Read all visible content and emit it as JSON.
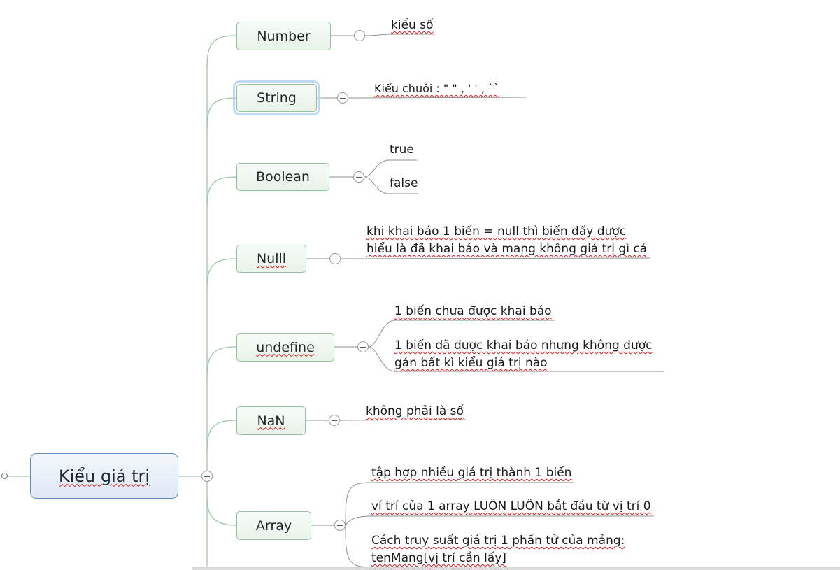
{
  "root": {
    "label": "Kiểu giá trị"
  },
  "branches": [
    {
      "id": "number",
      "label": "Number",
      "details": [
        "kiểu số"
      ]
    },
    {
      "id": "string",
      "label": "String",
      "details": [
        "Kiểu chuỗi : \" \" , ' ' , ``"
      ]
    },
    {
      "id": "boolean",
      "label": "Boolean",
      "details": [
        "true",
        "false"
      ]
    },
    {
      "id": "null",
      "label": "Nulll",
      "details": [
        "khi khai báo 1 biến = null thì biến đấy được",
        "hiểu là đã khai báo và mang không giá trị gì cả"
      ]
    },
    {
      "id": "undefine",
      "label": "undefine",
      "details": [
        "1 biến chưa được khai báo",
        "1 biến đã được khai báo nhưng không được",
        "gán bất kì kiểu giá trị nào"
      ]
    },
    {
      "id": "nan",
      "label": "NaN",
      "details": [
        "không phải là số"
      ]
    },
    {
      "id": "array",
      "label": "Array",
      "details": [
        "tập hợp nhiều giá trị thành 1 biến",
        "ví trí của 1 array LUÔN LUÔN bắt đầu từ vị trí 0",
        "Cách truy suất giá trị 1 phần tử của mảng:",
        "tenMang[vị trí cần lấy]"
      ]
    }
  ],
  "colors": {
    "branch_border": "#8fc49a",
    "root_border": "#5b8fc9",
    "connector": "#9cc9a3",
    "selection": "#bcd9f7",
    "spellcheck": "#d21919"
  }
}
